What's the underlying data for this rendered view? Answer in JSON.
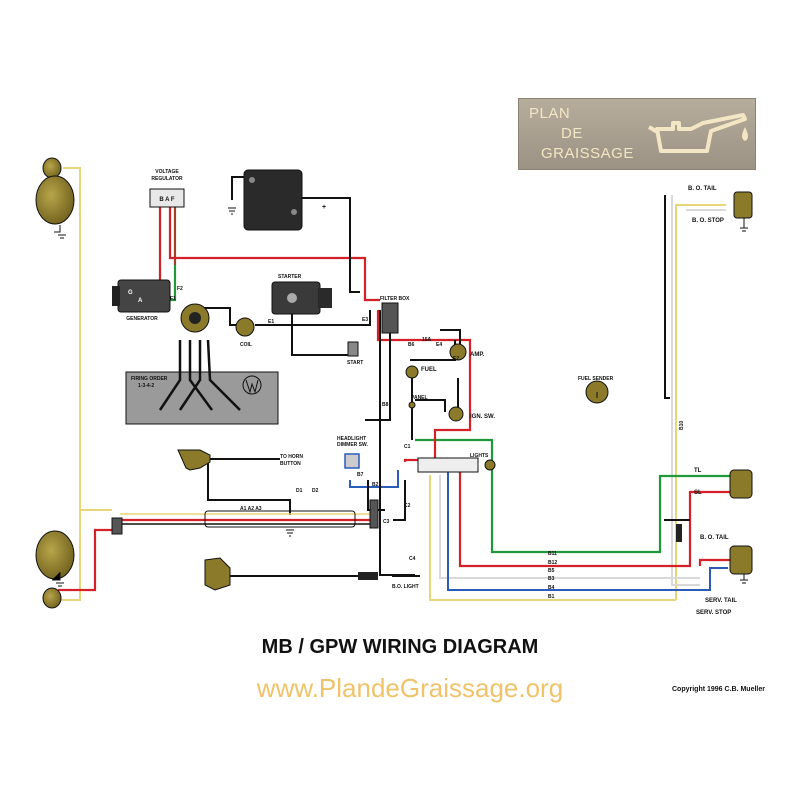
{
  "title": "MB / GPW WIRING DIAGRAM",
  "website": "www.PlandeGraissage.org",
  "copyright": "Copyright 1996 C.B. Mueller",
  "logo": {
    "line1": "PLAN",
    "line2": "DE",
    "line3": "GRAISSAGE",
    "icon": "oil-can-icon"
  },
  "labels": {
    "voltage_regulator_1": "VOLTAGE",
    "voltage_regulator_2": "REGULATOR",
    "regulator_terminals": "B A F",
    "generator": "GENERATOR",
    "gen_g": "G",
    "gen_a": "A",
    "f2": "F2",
    "f1": "F1",
    "starter": "STARTER",
    "start": "START",
    "coil": "COIL",
    "e1": "E1",
    "e3": "E3",
    "filter_box": "FILTER BOX",
    "firing_order_1": "FIRING ORDER",
    "firing_order_2": "1-3-4-2",
    "to_horn_1": "TO HORN",
    "to_horn_2": "BUTTON",
    "headlight_dimmer_1": "HEADLIGHT",
    "headlight_dimmer_2": "DIMMER SW.",
    "amp": "AMP.",
    "fuel": "FUEL",
    "panel": "PANEL",
    "ign_sw": "IGN. SW.",
    "lights": "LIGHTS",
    "fuel_sender": "FUEL SENDER",
    "bo_tail": "B. O. TAIL",
    "bo_stop": "B. O. STOP",
    "bo_tail_2": "B. O. TAIL",
    "serv_tail": "SERV. TAIL",
    "serv_stop": "SERV. STOP",
    "bo_light": "B.O. LIGHT",
    "tl": "TL",
    "sl": "SL",
    "b6": "B6",
    "e4": "E4",
    "e2": "E2",
    "a15": "15A",
    "b7": "B7",
    "b8": "B8",
    "b2": "B2",
    "c1": "C1",
    "c2": "C2",
    "c3": "C3",
    "c4": "C4",
    "d1": "D1",
    "d2": "D2",
    "a_terms": "A1  A2  A3",
    "b10": "B10",
    "b11": "B11",
    "b12": "B12",
    "b5": "B5",
    "b3": "B3",
    "b4": "B4",
    "b1": "B1",
    "plus": "+"
  },
  "colors": {
    "red": "#d42027",
    "green": "#1f9a3a",
    "black": "#111111",
    "yellow": "#e8d676",
    "blue": "#2b5cb8",
    "white_wire": "#dcdcdc",
    "component_fill": "#8a7a2a",
    "firing_box": "#9a9a9a",
    "logo_text": "#f3e6c4",
    "site_text": "#f0c36a"
  }
}
